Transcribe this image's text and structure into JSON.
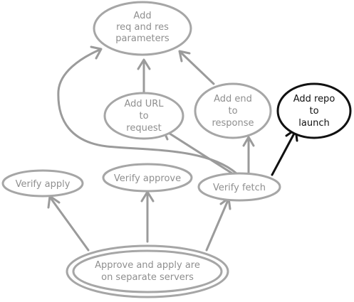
{
  "diagram": {
    "nodes": {
      "params": {
        "lines": [
          "Add",
          "req and res",
          "parameters"
        ]
      },
      "url": {
        "lines": [
          "Add URL",
          "to",
          "request"
        ]
      },
      "end": {
        "lines": [
          "Add end",
          "to",
          "response"
        ]
      },
      "repo": {
        "lines": [
          "Add repo",
          "to",
          "launch"
        ]
      },
      "apply": {
        "lines": [
          "Verify apply"
        ]
      },
      "approve": {
        "lines": [
          "Verify approve"
        ]
      },
      "fetch": {
        "lines": [
          "Verify fetch"
        ]
      },
      "separate": {
        "lines": [
          "Approve and apply are",
          "on separate servers"
        ]
      }
    },
    "edges": [
      {
        "from": "separate",
        "to": "apply"
      },
      {
        "from": "separate",
        "to": "approve"
      },
      {
        "from": "separate",
        "to": "fetch"
      },
      {
        "from": "fetch",
        "to": "url"
      },
      {
        "from": "fetch",
        "to": "end"
      },
      {
        "from": "fetch",
        "to": "params"
      },
      {
        "from": "fetch",
        "to": "repo",
        "highlight": true
      },
      {
        "from": "url",
        "to": "params"
      },
      {
        "from": "end",
        "to": "params"
      }
    ],
    "colors": {
      "stroke": "#a6a6a6",
      "text": "#8f8f8f",
      "highlight": "#111111"
    }
  }
}
